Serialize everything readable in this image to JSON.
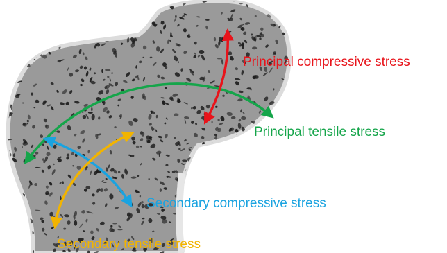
{
  "labels": {
    "principal_compressive": "Principal compressive stress",
    "principal_tensile": "Principal tensile stress",
    "secondary_compressive": "Secondary compressive stress",
    "secondary_tensile": "Secondary tensile stress"
  },
  "colors": {
    "principal_compressive": "#e8141b",
    "principal_tensile": "#15a54a",
    "secondary_compressive": "#1aa3e0",
    "secondary_tensile": "#f2b400",
    "bone_background": "#9a9a9a",
    "bone_cortex": "#d8d8d8",
    "trabecular_hole": "#1e1e1e"
  }
}
